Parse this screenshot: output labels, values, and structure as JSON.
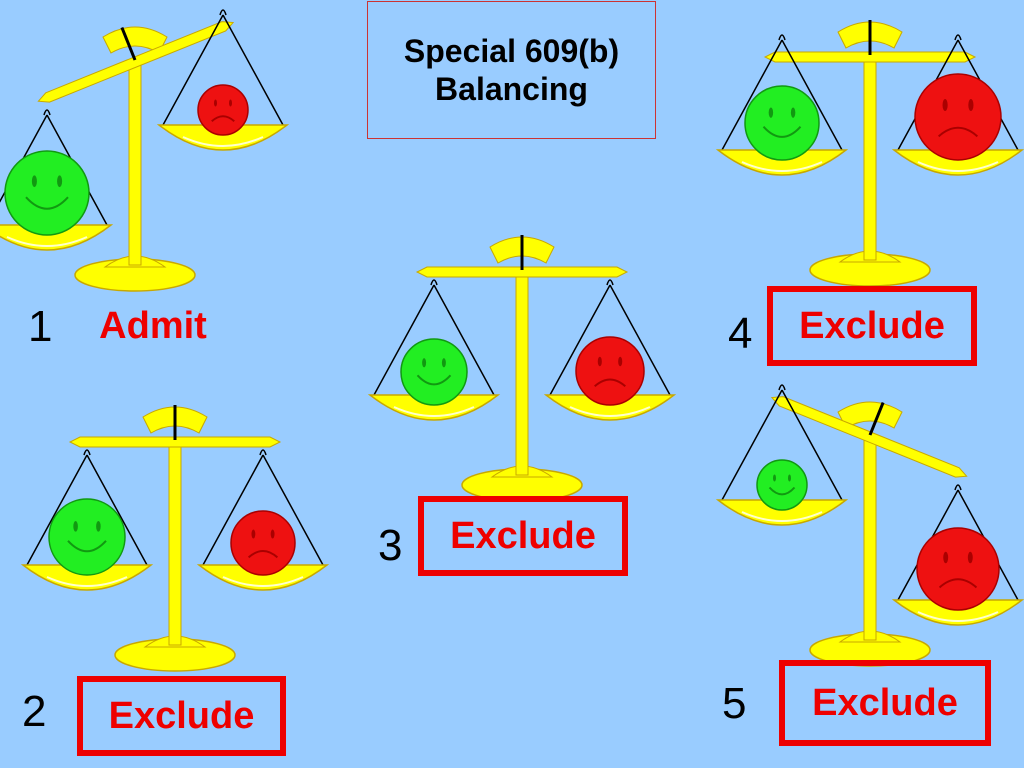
{
  "title": {
    "line1": "Special 609(b)",
    "line2": "Balancing"
  },
  "colors": {
    "background": "#99ccff",
    "scale_gold": "#ffff00",
    "scale_outline": "#c8a800",
    "happy_face": "#22ee22",
    "sad_face": "#ee1111",
    "label_red": "#ee0000"
  },
  "scales": [
    {
      "number": "1",
      "label": "Admit",
      "boxed": false,
      "tilt": "left-heavy",
      "happy_size": "large",
      "sad_size": "small"
    },
    {
      "number": "2",
      "label": "Exclude",
      "boxed": true,
      "tilt": "level",
      "happy_size": "large",
      "sad_size": "medium"
    },
    {
      "number": "3",
      "label": "Exclude",
      "boxed": true,
      "tilt": "level",
      "happy_size": "medium",
      "sad_size": "medium"
    },
    {
      "number": "4",
      "label": "Exclude",
      "boxed": true,
      "tilt": "level",
      "happy_size": "medium",
      "sad_size": "large"
    },
    {
      "number": "5",
      "label": "Exclude",
      "boxed": true,
      "tilt": "right-heavy",
      "happy_size": "small",
      "sad_size": "large"
    }
  ],
  "icons": {
    "happy": "smiley-face-icon",
    "sad": "frowning-face-icon",
    "scale": "balance-scale-icon"
  }
}
